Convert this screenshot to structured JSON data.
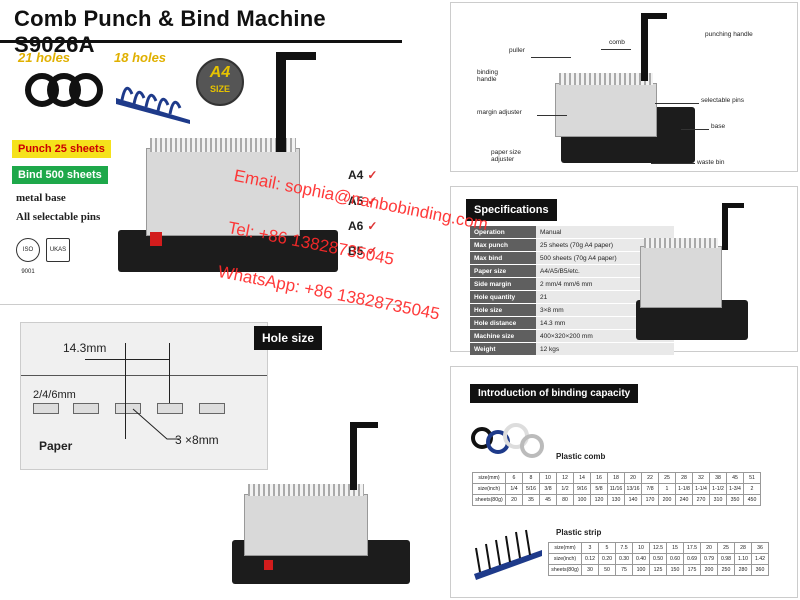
{
  "top_left": {
    "title": "Comb Punch & Bind Machine S9026A",
    "holes_21": "21 holes",
    "holes_18": "18 holes",
    "a4_badge": "A4",
    "size_badge": "SIZE",
    "feature_punch": "Punch 25 sheets",
    "feature_bind": "Bind 500 sheets",
    "feature_metal": "metal base",
    "feature_pins": "All selectable pins",
    "sizes": [
      "A4",
      "A5",
      "A6",
      "B5"
    ],
    "iso_logo": "ISO 9001",
    "ukas_logo": "UKAS"
  },
  "top_right": {
    "labels": {
      "comb": "comb",
      "punching_handle": "punching handle",
      "puller": "puller",
      "binding_handle": "binding handle",
      "margin_adjuster": "margin adjuster",
      "selectable_pins": "selectable pins",
      "base": "base",
      "paper_size_adjuster": "paper size adjuster",
      "waste_bin": "waste bin"
    }
  },
  "specs": {
    "title": "Specifications",
    "rows": [
      {
        "k": "Operation",
        "v": "Manual"
      },
      {
        "k": "Max punch",
        "v": "25 sheets (70g A4 paper)"
      },
      {
        "k": "Max bind",
        "v": "500 sheets (70g A4 paper)"
      },
      {
        "k": "Paper size",
        "v": "A4/A5/B5/etc."
      },
      {
        "k": "Side margin",
        "v": "2 mm/4 mm/6 mm"
      },
      {
        "k": "Hole quantity",
        "v": "21"
      },
      {
        "k": "Hole size",
        "v": "3×8 mm"
      },
      {
        "k": "Hole distance",
        "v": "14.3 mm"
      },
      {
        "k": "Machine size",
        "v": "400×320×200 mm"
      },
      {
        "k": "Weight",
        "v": "12 kgs"
      }
    ]
  },
  "hole_size": {
    "title": "Hole size",
    "distance": "14.3mm",
    "margin": "2/4/6mm",
    "paper": "Paper",
    "hole": "3 ×8mm"
  },
  "capacity": {
    "title": "Introduction of binding capacity",
    "comb_title": "Plastic comb",
    "comb_rows": [
      {
        "label": "size(mm)",
        "cells": [
          "6",
          "8",
          "10",
          "12",
          "14",
          "16",
          "18",
          "20",
          "22",
          "25",
          "28",
          "32",
          "38",
          "45",
          "51"
        ]
      },
      {
        "label": "size(inch)",
        "cells": [
          "1/4",
          "5/16",
          "3/8",
          "1/2",
          "9/16",
          "5/8",
          "11/16",
          "13/16",
          "7/8",
          "1",
          "1-1/8",
          "1-1/4",
          "1-1/2",
          "1-3/4",
          "2"
        ]
      },
      {
        "label": "sheets(80g)",
        "cells": [
          "20",
          "35",
          "45",
          "80",
          "100",
          "120",
          "130",
          "140",
          "170",
          "200",
          "240",
          "270",
          "310",
          "350",
          "450"
        ]
      }
    ],
    "strip_title": "Plastic strip",
    "strip_rows": [
      {
        "label": "size(mm)",
        "cells": [
          "3",
          "5",
          "7.5",
          "10",
          "12.5",
          "15",
          "17.5",
          "20",
          "25",
          "28",
          "36"
        ]
      },
      {
        "label": "size(inch)",
        "cells": [
          "0.12",
          "0.20",
          "0.30",
          "0.40",
          "0.50",
          "0.60",
          "0.69",
          "0.79",
          "0.98",
          "1.10",
          "1.42"
        ]
      },
      {
        "label": "sheets(80g)",
        "cells": [
          "30",
          "50",
          "75",
          "100",
          "125",
          "150",
          "175",
          "200",
          "250",
          "280",
          "360"
        ]
      }
    ]
  },
  "watermark": {
    "email": "Email: sophia@nanbobinding.com",
    "tel": "Tel: +86 13828735045",
    "whatsapp": "WhatsApp: +86 13828735045"
  },
  "colors": {
    "punch_bg": "#f5e21b",
    "bind_bg": "#1ea84a",
    "watermark": "#ff2a2a",
    "comb_blue": "#1e3a8a"
  }
}
